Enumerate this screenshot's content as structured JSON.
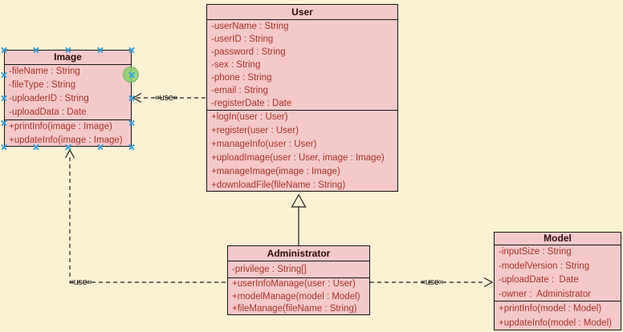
{
  "diagram": {
    "kind": "uml-class-diagram",
    "palette": {
      "canvas_background": "#FBF2D4",
      "class_fill": "#F5C9CA",
      "class_border": "#151515",
      "title_text": "#2D0A0A",
      "member_text": "#A93226",
      "connector": "#1E1E1E",
      "selection_handle": "#3A9EDC",
      "connection_highlight": "#87D16E"
    }
  },
  "classes": [
    {
      "id": "image",
      "name": "Image",
      "attributes": [
        "-fileName : String",
        "-fileType : String",
        "-uploaderID : String",
        "-uploadData : Date"
      ],
      "methods": [
        "+printInfo(image : Image)",
        "+updateInfo(image : Image)"
      ]
    },
    {
      "id": "user",
      "name": "User",
      "attributes": [
        "-userName : String",
        "-userID : String",
        "-password : String",
        "-sex : String",
        "-phone : String",
        "-email : String",
        "-registerDate : Date"
      ],
      "methods": [
        "+logIn(user : User)",
        "+register(user : User)",
        "+manageInfo(user : User)",
        "+uploadImage(user : User, image : Image)",
        "+manageImage(image : Image)",
        "+downloadFile(fileName : String)"
      ]
    },
    {
      "id": "administrator",
      "name": "Administrator",
      "attributes": [
        "-privilege : String[]"
      ],
      "methods": [
        "+userInfoManage(user : User)",
        "+modelManage(model : Model)",
        "+fileManage(fileName : String)"
      ]
    },
    {
      "id": "model",
      "name": "Model",
      "attributes": [
        "-inputSize : String",
        "-modelVersion : String",
        "-uploadDate :  Date",
        "-owner :  Administrator"
      ],
      "methods": [
        "+printInfo(model : Model)",
        "+updateInfo(model : Model)"
      ]
    }
  ],
  "connectors": [
    {
      "id": "dep-user-image",
      "kind": "dependency",
      "label": "«use»",
      "from": "User",
      "to": "Image"
    },
    {
      "id": "gen-admin-user",
      "kind": "generalization",
      "label": "",
      "from": "Administrator",
      "to": "User"
    },
    {
      "id": "dep-admin-image",
      "kind": "dependency",
      "label": "«use»",
      "from": "Administrator",
      "to": "Image"
    },
    {
      "id": "dep-admin-model",
      "kind": "dependency",
      "label": "«use»",
      "from": "Administrator",
      "to": "Model"
    }
  ]
}
